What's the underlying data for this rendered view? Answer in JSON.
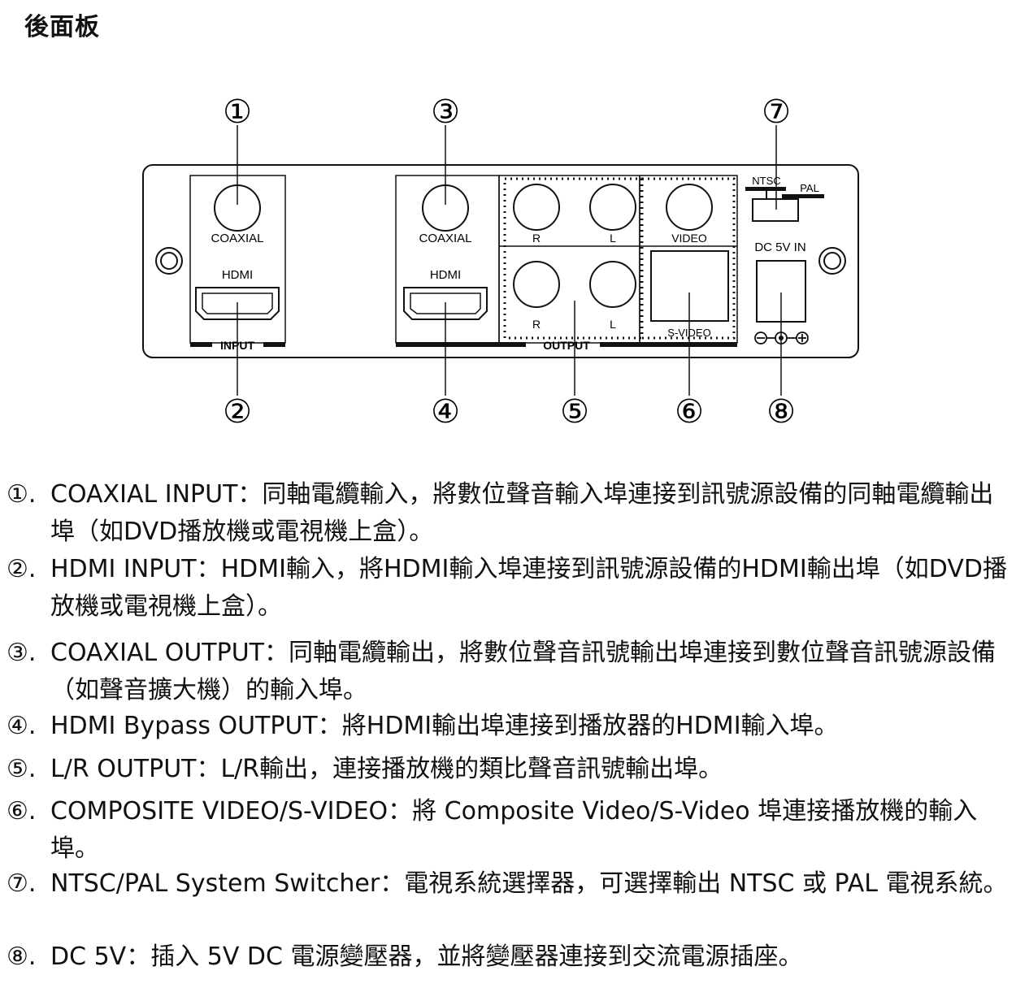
{
  "page_title": "後面板",
  "callouts": [
    "①",
    "②",
    "③",
    "④",
    "⑤",
    "⑥",
    "⑦",
    "⑧"
  ],
  "panel": {
    "input_coaxial": "COAXIAL",
    "input_hdmi": "HDMI",
    "input_group": "INPUT",
    "output_coaxial": "COAXIAL",
    "output_hdmi": "HDMI",
    "output_group": "OUTPUT",
    "rca_r_top": "R",
    "rca_l_top": "L",
    "video": "VIDEO",
    "rca_r_bottom": "R",
    "rca_l_bottom": "L",
    "svideo": "S-VIDEO",
    "ntsc": "NTSC",
    "pal": "PAL",
    "dc_in": "DC 5V IN"
  },
  "descriptions": [
    {
      "num": "①.",
      "text": "COAXIAL INPUT：同軸電纜輸入，將數位聲音輸入埠連接到訊號源設備的同軸電纜輸出埠（如DVD播放機或電視機上盒）。"
    },
    {
      "num": "②.",
      "text": "HDMI INPUT：HDMI輸入，將HDMI輸入埠連接到訊號源設備的HDMI輸出埠（如DVD播放機或電視機上盒）。"
    },
    {
      "num": "③.",
      "text": "COAXIAL OUTPUT：同軸電纜輸出，將數位聲音訊號輸出埠連接到數位聲音訊號源設備（如聲音擴大機）的輸入埠。"
    },
    {
      "num": "④.",
      "text": "HDMI Bypass OUTPUT：將HDMI輸出埠連接到播放器的HDMI輸入埠。"
    },
    {
      "num": "⑤.",
      "text": "L/R OUTPUT：L/R輸出，連接播放機的類比聲音訊號輸出埠。"
    },
    {
      "num": "⑥.",
      "text": "COMPOSITE VIDEO/S-VIDEO：將 Composite Video/S-Video 埠連接播放機的輸入埠。"
    },
    {
      "num": "⑦.",
      "text": "NTSC/PAL System Switcher：電視系統選擇器，可選擇輸出 NTSC 或 PAL 電視系統。"
    },
    {
      "num": "⑧.",
      "text": "DC 5V：插入 5V DC 電源變壓器，並將變壓器連接到交流電源插座。"
    }
  ]
}
